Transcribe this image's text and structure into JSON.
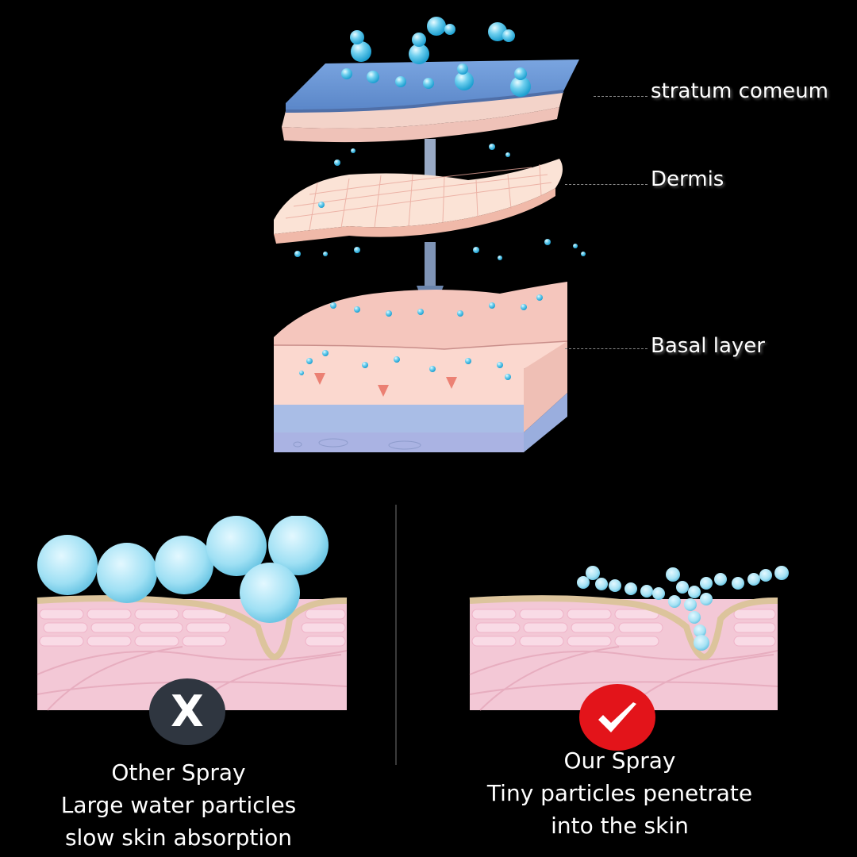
{
  "diagram": {
    "layers": [
      {
        "id": "stratum",
        "label": "stratum comeum"
      },
      {
        "id": "dermis",
        "label": "Dermis"
      },
      {
        "id": "basal",
        "label": "Basal layer"
      }
    ],
    "comparison": {
      "left": {
        "title": "Other Spray",
        "line1": "Large water particles",
        "line2": "slow skin absorption",
        "badge_icon": "x-icon",
        "badge_color": "#2f3640"
      },
      "right": {
        "title": "Our Spray",
        "line1": "Tiny particles penetrate",
        "line2": "into the skin",
        "badge_icon": "checkmark-icon",
        "badge_color": "#e3141a"
      }
    },
    "colors": {
      "water": "#8fd8ee",
      "skin_pink": "#f4c4c0",
      "skin_blue": "#9fb3dc",
      "outer_skin": "#f1bfd0",
      "membrane": "#d8c19a"
    }
  }
}
